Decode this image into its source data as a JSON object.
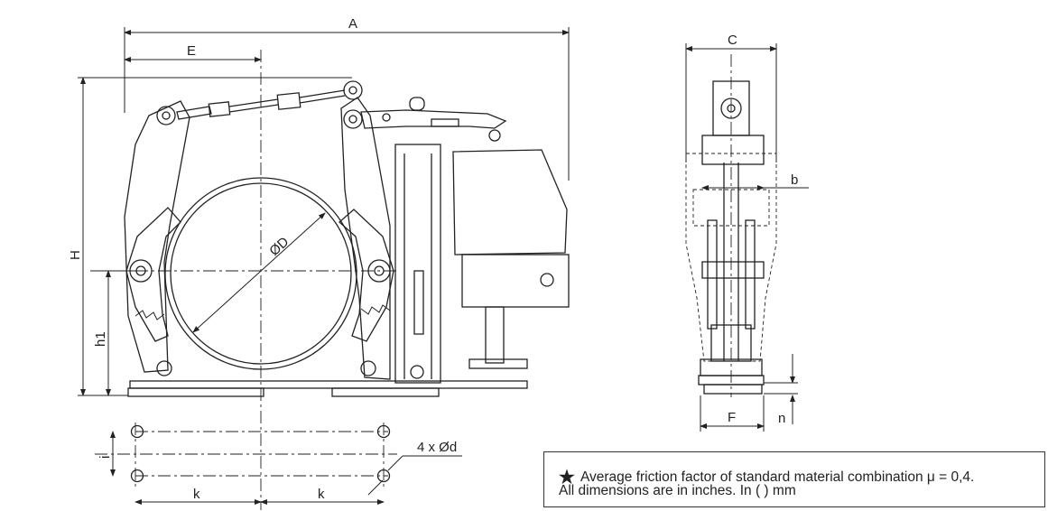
{
  "dimension_labels": {
    "A": "A",
    "E": "E",
    "C": "C",
    "H": "H",
    "h1": "h1",
    "D": "ØD",
    "b": "b",
    "F": "F",
    "n": "n",
    "i": "i",
    "k_left": "k",
    "k_right": "k",
    "holes": "4 x Ød"
  },
  "note": {
    "star": "★",
    "line1": "Average friction factor of standard material combination μ = 0,4.",
    "line2": "All dimensions are in inches. In ( ) mm"
  }
}
